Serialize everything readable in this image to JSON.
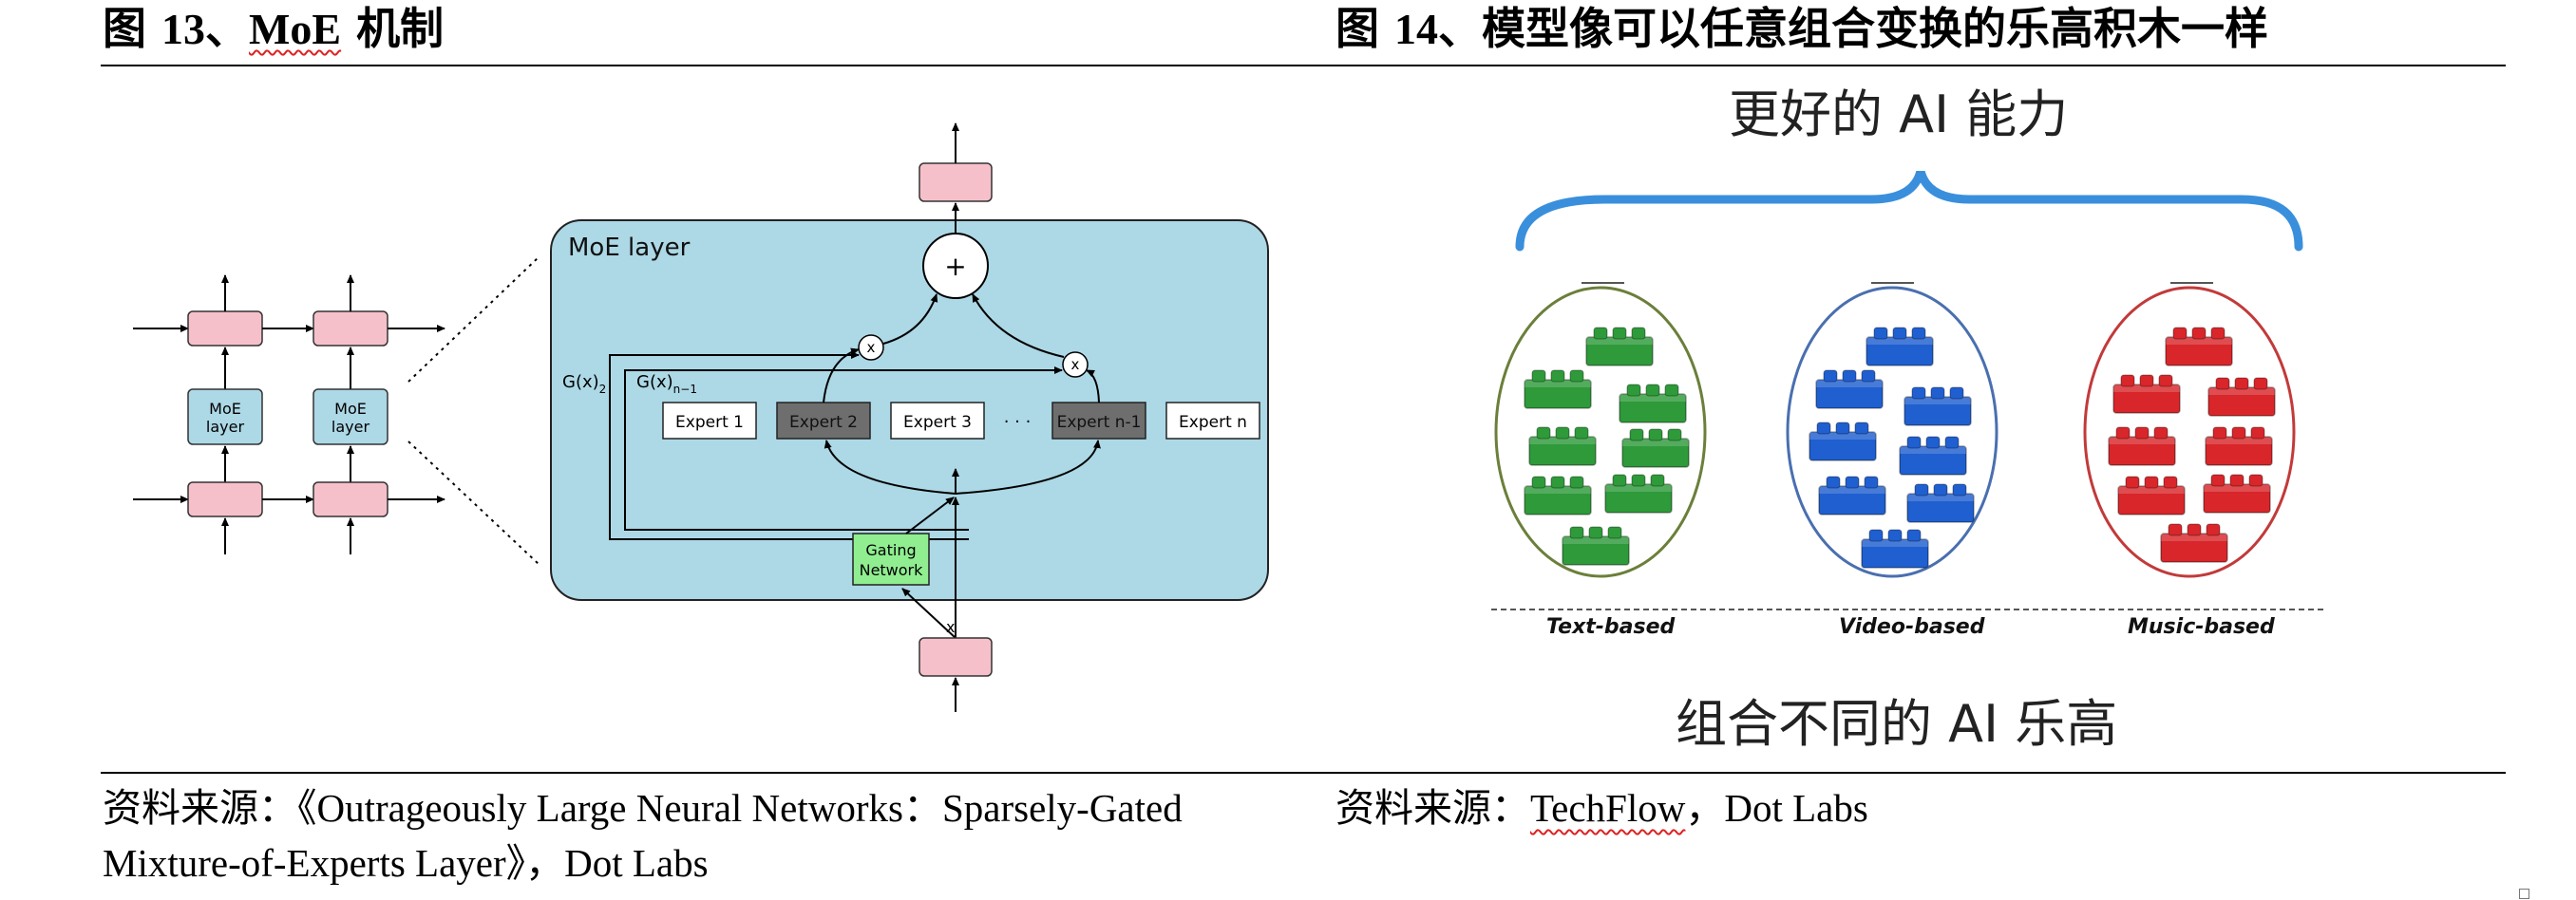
{
  "figure13": {
    "title": "图 13、MoE 机制",
    "title_prefix": "图 ",
    "title_num": "13",
    "title_sep": "、",
    "title_moe": "MoE",
    "title_suffix": " 机制",
    "diagram": {
      "layer_title": "MoE layer",
      "moe_block_label_1": "MoE",
      "moe_block_label_2": "layer",
      "plus_symbol": "+",
      "multiply_symbol": "x",
      "gate_label_1": "G(x)",
      "gate_sub_1": "2",
      "gate_label_2": "G(x)",
      "gate_sub_2": "n−1",
      "experts": [
        "Expert 1",
        "Expert 2",
        "Expert 3",
        "Expert n-1",
        "Expert n"
      ],
      "ellipsis": "· · ·",
      "gating_line_1": "Gating",
      "gating_line_2": "Network",
      "input_label": "x",
      "colors": {
        "panel": "#add8e6",
        "pink": "#f6c0cb",
        "gating": "#90ee90",
        "active_expert": "#6e6e6e"
      }
    },
    "source_line_1": "资料来源：《Outrageously Large Neural Networks：Sparsely-Gated",
    "source_line_2": "Mixture-of-Experts Layer》，Dot Labs"
  },
  "figure14": {
    "title_prefix": "图 ",
    "title_num": "14",
    "title_suffix": "、模型像可以任意组合变换的乐高积木一样",
    "top_caption": "更好的 AI 能力",
    "bottom_caption": "组合不同的 AI 乐高",
    "groups": [
      {
        "label": "Text-based",
        "color": "#2e9a3a",
        "ring": "#6b7f3a"
      },
      {
        "label": "Video-based",
        "color": "#1f5fd0",
        "ring": "#4a6fb0"
      },
      {
        "label": "Music-based",
        "color": "#d8262a",
        "ring": "#c23a3a"
      }
    ],
    "brace_color": "#3a8fdc",
    "source_prefix": "资料来源：",
    "source_techflow": "TechFlow",
    "source_suffix": "，Dot Labs"
  }
}
